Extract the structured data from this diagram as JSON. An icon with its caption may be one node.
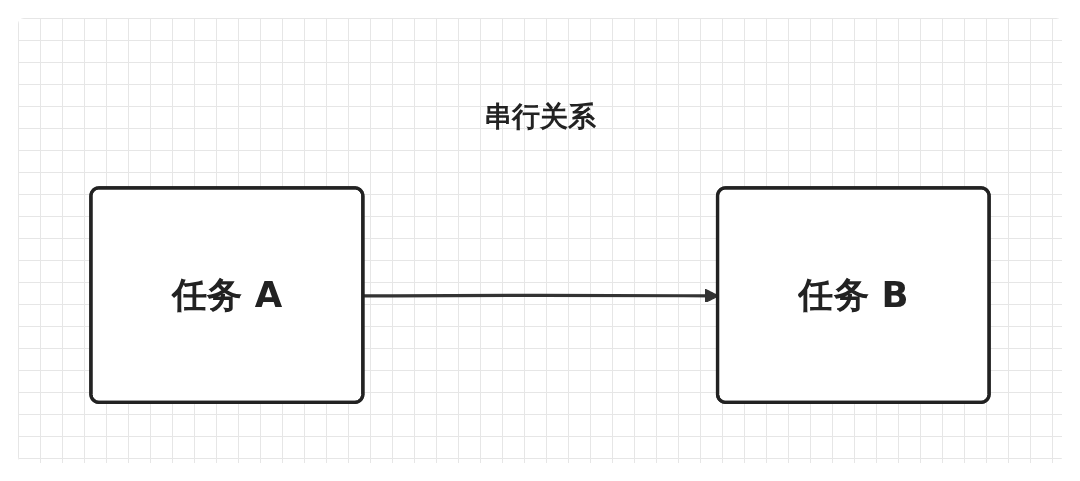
{
  "diagram": {
    "title": "串行关系",
    "nodes": [
      {
        "text": [
          "任务 A"
        ]
      },
      {
        "text": [
          "任务 B"
        ]
      }
    ],
    "edges": [
      {
        "from": 0,
        "to": 1,
        "arrow": "to"
      }
    ]
  }
}
